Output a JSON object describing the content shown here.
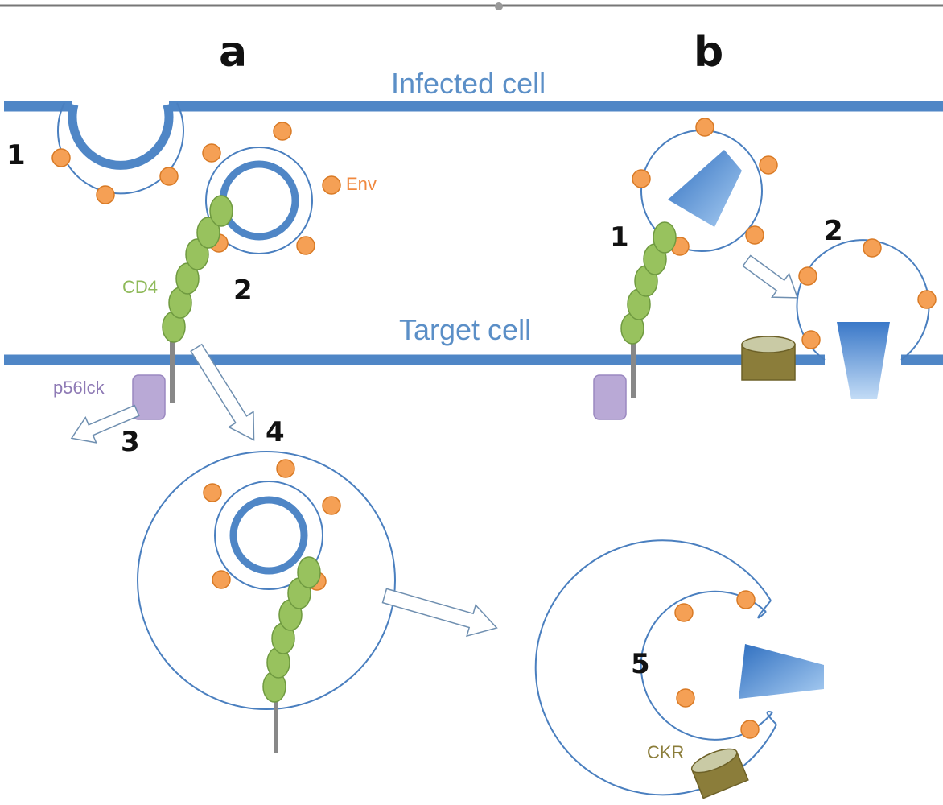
{
  "panels": {
    "a": "a",
    "b": "b"
  },
  "membranes": {
    "infected": "Infected cell",
    "target": "Target cell"
  },
  "labels": {
    "env": "Env",
    "cd4": "CD4",
    "p56lck": "p56lck",
    "ckr": "CKR"
  },
  "steps_a": [
    "1",
    "2",
    "3",
    "4",
    "5"
  ],
  "steps_b": [
    "1",
    "2"
  ],
  "colors": {
    "membrane": "#4f86c6",
    "env": "#f5a055",
    "cd4": "#98c25e",
    "lck": "#b9a9d6",
    "ckr": "#8b7d3a"
  }
}
